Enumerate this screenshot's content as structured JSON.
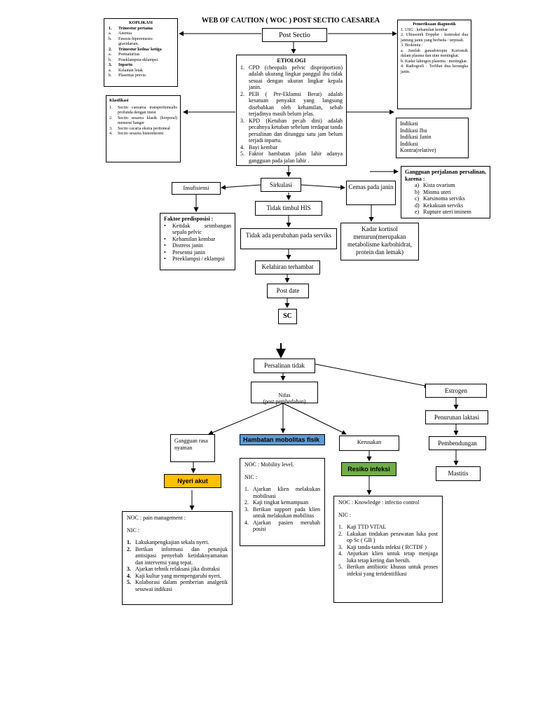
{
  "title": "WEB OF CAUTION ( WOC ) POST SECTIO CAESAREA",
  "post_sectio": "Post  Sectio",
  "komplikasi": {
    "heading": "KOPLIKASI",
    "items": [
      {
        "n": "1.",
        "t": "Trimestur pertama",
        "bold": true
      },
      {
        "n": "a.",
        "t": "Anemia",
        "bold": false
      },
      {
        "n": "b.",
        "t": "Emesis-hiperemesis-gravidarum.",
        "bold": false
      },
      {
        "n": "2.",
        "t": "Trimestur kedua/ ketiga",
        "bold": true
      },
      {
        "n": "a.",
        "t": "Prematuritas",
        "bold": false
      },
      {
        "n": "b.",
        "t": "Praeklampsia-eklampsi.",
        "bold": false
      },
      {
        "n": "3.",
        "t": "Inpartu",
        "bold": true
      },
      {
        "n": "a.",
        "t": "Kelainan letak",
        "bold": false
      },
      {
        "n": "b.",
        "t": "Plasentas previa",
        "bold": false
      }
    ]
  },
  "klasifikasi": {
    "heading": "Klasifikasi",
    "items": [
      {
        "n": "1.",
        "t": "Sectio caesarea transperitonealis profunda dengan insisi"
      },
      {
        "n": "2.",
        "t": "Sectio sesarea klasik (korporal) menurut Sanger"
      },
      {
        "n": "3.",
        "t": "Sectio cacaria ekstra peritoneal"
      },
      {
        "n": "4.",
        "t": "Sectio sesarea histerektomi"
      }
    ]
  },
  "etiologi": {
    "heading": "ETIOLOGI",
    "items": [
      {
        "n": "1.",
        "t": "CPD (cheopalo pelvic disproportion) adalah ukurang lingkar panggul ibu tidak sesuai dengan ukuran lingkar kepala janin."
      },
      {
        "n": "2.",
        "t": "PEB ( Pre-Eklamsi Berat) adalah kesatuan penyakit yang langsung disebabkan oleh kehamilan, sebab terjadinya masih belum jelas."
      },
      {
        "n": "3.",
        "t": "KPD (Ketuban pecah dini) adalah pecahnya ketuban sebelum terdapat tanda persalinan dan ditunggu satu jam belum terjadi inpartu."
      },
      {
        "n": "4.",
        "t": "Bayi kembar"
      },
      {
        "n": "5.",
        "t": "Faktor hambatan jalan lahir adanya gangguan pada jalan lahir ."
      }
    ]
  },
  "pemeriksaan": {
    "heading": "Pemeriksaan diagnostik",
    "lines": [
      "1. USG : kehamilan kembar",
      "2. Ultrasonik Doppler : kontraksi dua jantung janin yang berbeda / terpisah.",
      "3. Biokimia :",
      "a. Jumlah gunadotropin Koriomik dalam plasma dan uine meningkat.",
      "b. Kadar laktogen plasenta : meningkat.",
      "4. Radiografi : Terlihat dua kerangka janin."
    ]
  },
  "indikasi": [
    "Indikasi",
    "Indikasi Ibu",
    "Indikasi Janin",
    "Indikasi",
    "Kontra(relative)"
  ],
  "gangguan_perjalanan": {
    "heading": "Gangguan perjalanan persalinan, karena :",
    "items": [
      {
        "n": "a)",
        "t": "Kista ovarium"
      },
      {
        "n": "b)",
        "t": "Mioma uteri"
      },
      {
        "n": "c)",
        "t": "Karsinoma serviks"
      },
      {
        "n": "d)",
        "t": "Kekakuan serviks"
      },
      {
        "n": "e)",
        "t": "Rupture uteri iminem"
      }
    ]
  },
  "insufisiensi": "Insufisiensi",
  "sirkulasi": "Sirkulasi",
  "cemas": "Cemas pada janin",
  "tidak_timbul_his": "Tidak timbul HIS",
  "faktor_predisposisi": {
    "heading": "Faktor predisposisi :",
    "items": [
      "Ketidak seimbangan sepalo pelvic",
      "Kehamilan kembar",
      "Distress janin",
      "Presentsi janin",
      "Preeklampsi / eklampsi"
    ]
  },
  "tidak_ada_perubahan": "Tidak ada perubahan pada serviks",
  "kadar_kortisol": "Kadar kortisol menurun(merupakan metabolisme karbohidrat, protein dan lemak)",
  "kelahiran_terhambat": "Kelahiran terhambat",
  "post_date": "Post date",
  "sc": "SC",
  "persalinan_tidak": "Persalinan tidak",
  "nifas": "Nifas\n(post pembedahan)",
  "estrogen": "Estrogen",
  "penurunan_laktasi": "Penurunan laktasi",
  "pembendungan": "Pembendungan",
  "mastitis": "Mastitis",
  "gangguan_rasa_nyaman": "Gangguan rasa nyaman",
  "hambatan_mobilitas": "Hambatan mobolitas fisik",
  "kerusakan": "Kerusakan",
  "nyeri_akut": "Nyeri akut",
  "resiko_infeksi": "Resiko infeksi",
  "colors": {
    "nyeri": "#ffc000",
    "hambatan": "#5b9bd5",
    "infeksi": "#70ad47"
  },
  "noc_mobilitas": {
    "noc": "NOC : Mobility level.",
    "nic": "NIC :",
    "items": [
      {
        "n": "1.",
        "t": "Ajarkan klien melakukan mobilisasi"
      },
      {
        "n": "2.",
        "t": "Kaji tingkat kemampuan"
      },
      {
        "n": "3.",
        "t": "Berikan support pada klien untuk melakukan mobilitas"
      },
      {
        "n": "4.",
        "t": "Ajarkan pasien merubah posisi"
      }
    ]
  },
  "noc_nyeri": {
    "noc": "NOC : pain management :",
    "nic": "NIC :",
    "items": [
      {
        "n": "1.",
        "t": "Lakukanpengkajian sekala nyeri."
      },
      {
        "n": "2.",
        "t": "Berikan informasi dan petunjuk antisipasi penyebab ketidaknyamanan dan intervensi yang tepat."
      },
      {
        "n": "3.",
        "t": "Ajarkan tehnik relaksasi jika distraksi"
      },
      {
        "n": "4.",
        "t": "Kaji kultur yang mempengaruhi nyeri."
      },
      {
        "n": "5.",
        "t": "Kolaborasi dalam pemberian analgetik sesuwai indikasi"
      }
    ]
  },
  "noc_infeksi": {
    "noc": "NOC : Knowledge : infectio control",
    "nic": "NIC :",
    "items": [
      {
        "n": "1.",
        "t": "Kaji TTD VITAL"
      },
      {
        "n": "2.",
        "t": "Lakukan tindakan perawatan luka post op Sc ( GB )"
      },
      {
        "n": "3.",
        "t": "Kaji tanda-tanda infeksi ( RCTDF )"
      },
      {
        "n": "4.",
        "t": "Anjurkan klien untuk tetap menjaga luka tetap kering dan bersih."
      },
      {
        "n": "5.",
        "t": "Berikan antibiotic khusus untuk proses infeksi yang teridentifikasi"
      }
    ]
  }
}
